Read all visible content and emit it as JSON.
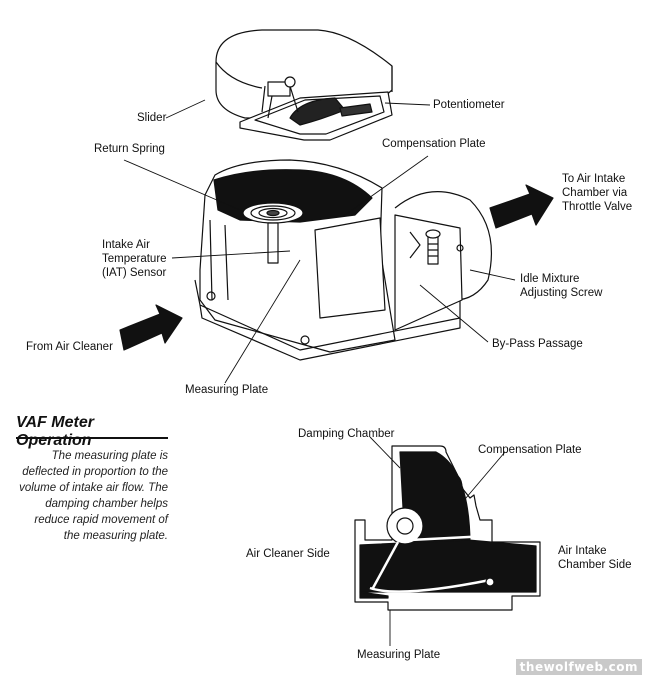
{
  "figure": {
    "top_illustration": {
      "labels": {
        "slider": "Slider",
        "potentiometer": "Potentiometer",
        "return_spring": "Return Spring",
        "compensation_plate": "Compensation Plate",
        "to_air_intake": "To Air Intake\nChamber via\nThrottle Valve",
        "intake_air_temp": "Intake Air\nTemperature\n(IAT) Sensor",
        "idle_mixture": "Idle Mixture\nAdjusting Screw",
        "from_air_cleaner": "From Air Cleaner",
        "bypass_passage": "By-Pass Passage",
        "measuring_plate": "Measuring Plate"
      }
    },
    "section": {
      "title": "VAF Meter Operation",
      "body": "The measuring plate is deflected in proportion to the volume of intake air flow. The damping chamber helps reduce rapid movement of the measuring plate."
    },
    "cross_section": {
      "labels": {
        "damping_chamber": "Damping Chamber",
        "compensation_plate": "Compensation Plate",
        "air_cleaner_side": "Air Cleaner Side",
        "air_intake_side": "Air Intake\nChamber Side",
        "measuring_plate": "Measuring Plate"
      }
    },
    "watermark": "thewolfweb.com"
  }
}
